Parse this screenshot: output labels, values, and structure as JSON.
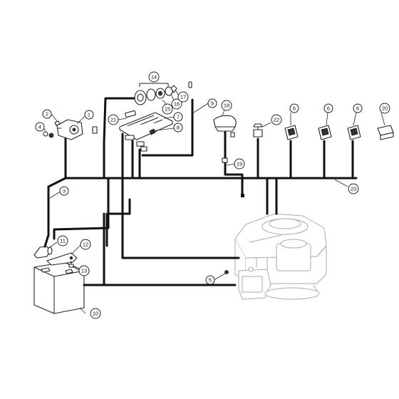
{
  "diagram": {
    "callouts": {
      "c1": "1",
      "c2": "2",
      "c3": "3",
      "c4": "4",
      "c5": "5",
      "c6a": "6",
      "c6b": "6",
      "c6c": "6",
      "c7": "7",
      "c8": "8",
      "c9": "9",
      "c10": "10",
      "c11": "11",
      "c12": "12",
      "c13": "13",
      "c14": "14",
      "c15": "15",
      "c16": "16",
      "c17": "17",
      "c18": "18",
      "c19": "19",
      "c20": "20",
      "c21": "21",
      "c22": "22",
      "c23": "23"
    }
  }
}
